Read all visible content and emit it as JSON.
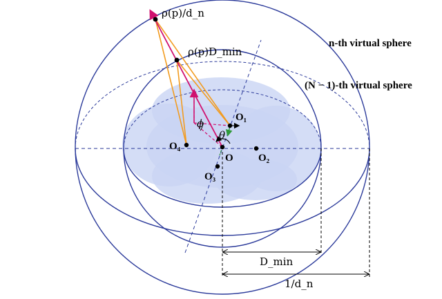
{
  "sphere_labels": {
    "n_th": "n-th virtual sphere",
    "n_minus_1_th": "(N − 1)-th virtual sphere"
  },
  "point_labels": {
    "p_over_dn": "ρ(p)/d_n",
    "p_dmin": "ρ(p)D_min"
  },
  "centers": {
    "o": "O",
    "o1": "O₁",
    "o2": "O₂",
    "o3": "O₃",
    "o4": "O₄"
  },
  "angles": {
    "phi": "ϕ",
    "theta": "θ"
  },
  "dimensions": {
    "d_min": "D_min",
    "one_over_dn": "1/d_n"
  },
  "colors": {
    "sphere_stroke": "#2b3a9a",
    "blob_fill": "#c9d5f4",
    "ray_magenta": "#d0116f",
    "ray_orange": "#f29b1f",
    "normal_green": "#2e9a3a"
  }
}
